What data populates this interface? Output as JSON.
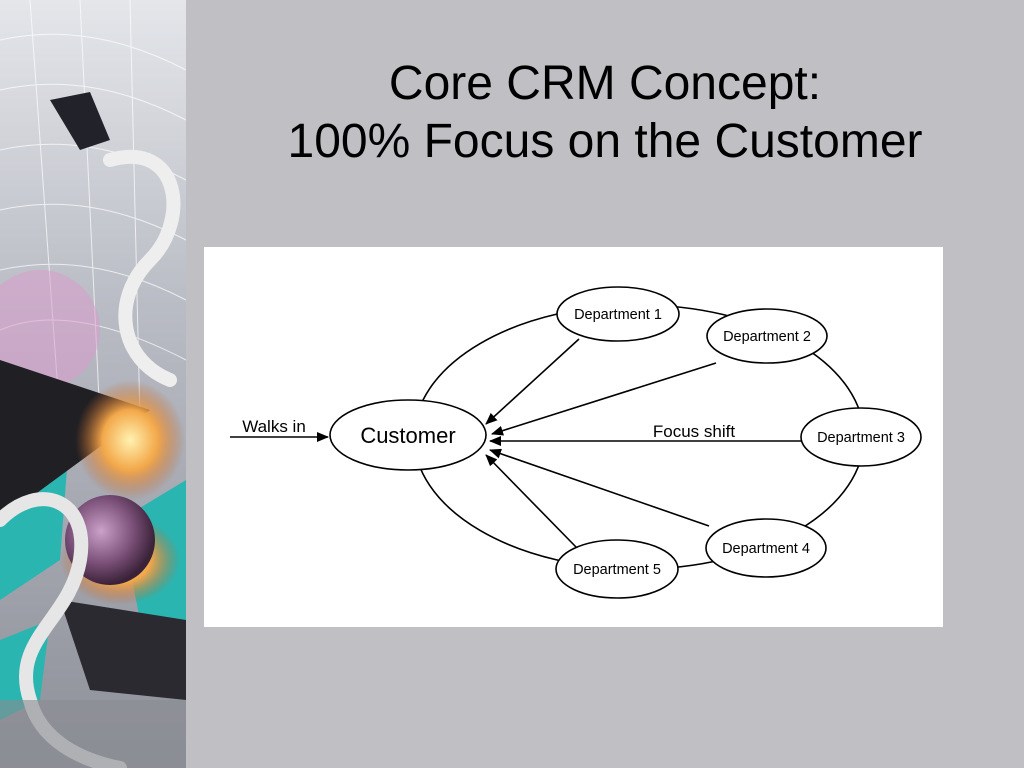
{
  "slide": {
    "title_line1": "Core CRM Concept:",
    "title_line2": "100% Focus on the Customer"
  },
  "diagram": {
    "center_label": "Customer",
    "entry_label": "Walks in",
    "shift_label": "Focus shift",
    "departments": [
      {
        "label": "Department 1"
      },
      {
        "label": "Department 2"
      },
      {
        "label": "Department 3"
      },
      {
        "label": "Department 4"
      },
      {
        "label": "Department 5"
      }
    ]
  },
  "colors": {
    "background": "#c0bfc4",
    "panel": "#ffffff",
    "ink": "#000000",
    "accent_teal": "#2bb5b0"
  }
}
